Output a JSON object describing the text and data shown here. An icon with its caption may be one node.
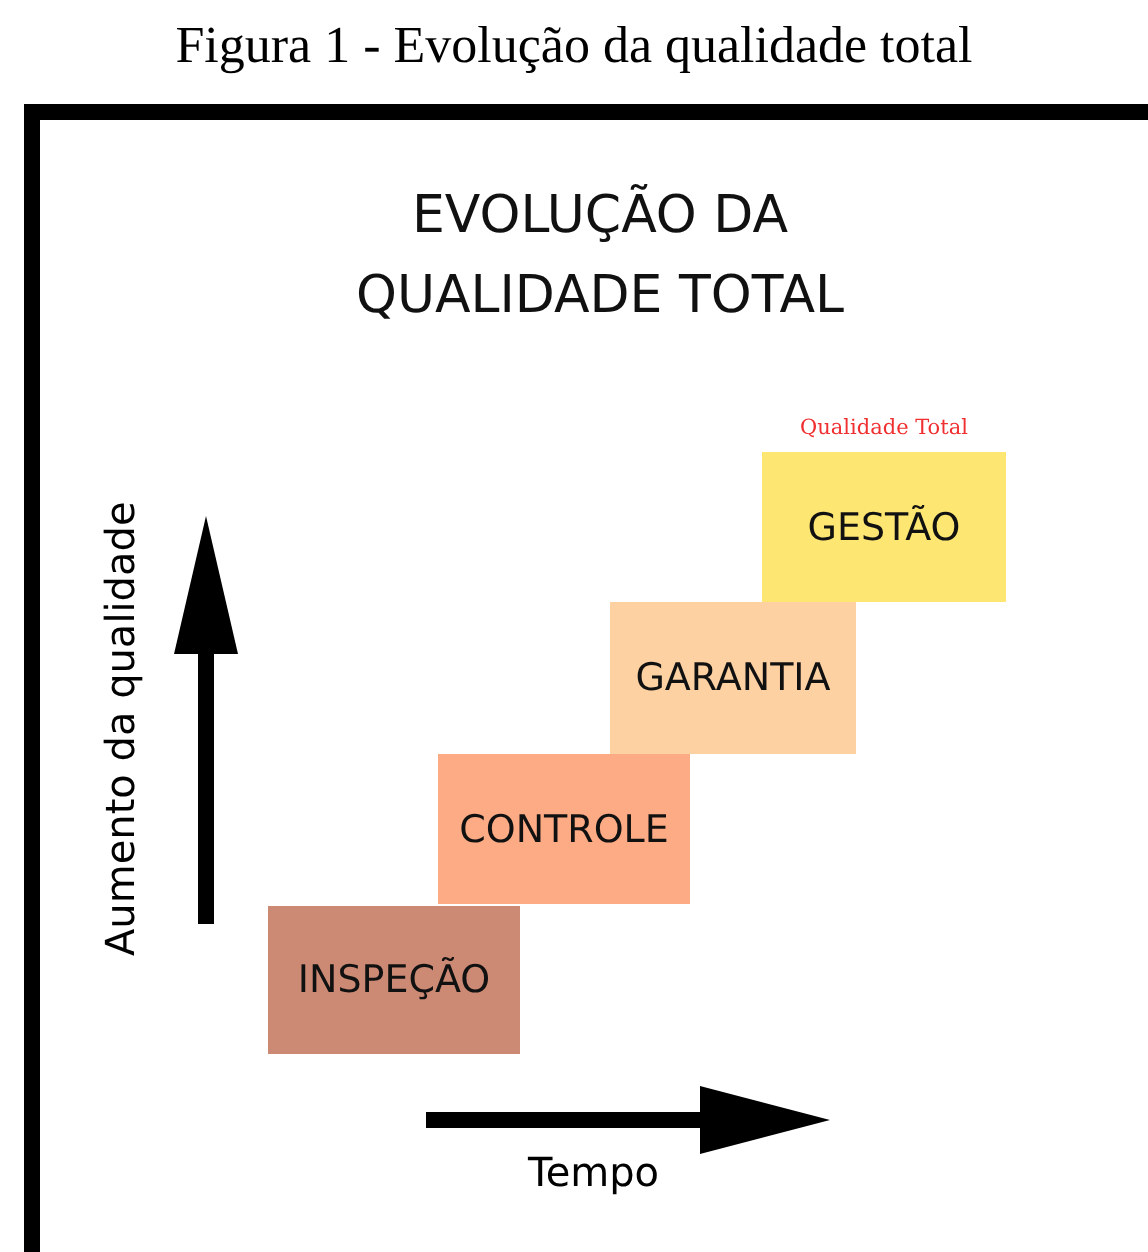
{
  "diagram": {
    "title": "EVOLUÇÃO DA QUALIDADE TOTAL",
    "caption": "Figura 1 - Evolução da qualidade total",
    "nodes": [
      {
        "text": [
          "INSPEÇÃO"
        ]
      },
      {
        "text": [
          "CONTROLE"
        ]
      },
      {
        "text": [
          "GARANTIA"
        ]
      },
      {
        "text": [
          "GESTÃO"
        ],
        "beside": [
          "Qualidade Total"
        ]
      }
    ],
    "labels": [
      "Aumento da qualidade",
      "Tempo"
    ]
  }
}
